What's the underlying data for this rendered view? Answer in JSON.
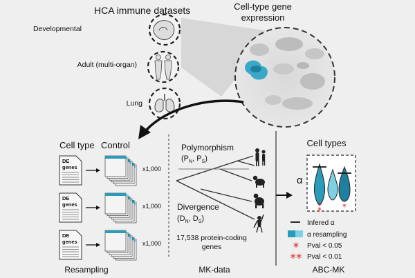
{
  "top": {
    "datasets_title": "HCA immune datasets",
    "expression_title_line1": "Cell-type gene",
    "expression_title_line2": "expression",
    "datasets": [
      {
        "label": "Developmental",
        "icon": "embryo-icon"
      },
      {
        "label": "Adult (multi-organ)",
        "icon": "adults-icon"
      },
      {
        "label": "Lung",
        "icon": "lungs-icon"
      }
    ]
  },
  "resampling": {
    "cell_type_title": "Cell type",
    "control_title": "Control",
    "doc_label_line1": "DE",
    "doc_label_line2": "genes",
    "multiplier": "x1,000",
    "footer": "Resampling"
  },
  "mk_data": {
    "polymorphism_label": "Polymorphism",
    "polymorphism_vars": [
      "P",
      "N",
      ", P",
      "S",
      ")"
    ],
    "divergence_label": "Divergence",
    "divergence_vars": [
      "D",
      "N",
      ", D",
      "S",
      ")"
    ],
    "genes_line1": "17,538 protein-coding",
    "genes_line2": "genes",
    "footer": "MK-data"
  },
  "abc_mk": {
    "title": "Cell types",
    "alpha_symbol": "α",
    "legend": [
      {
        "key": "inferred",
        "label": "Infered α"
      },
      {
        "key": "resampling",
        "label": "α resampling"
      },
      {
        "key": "p05",
        "symbol": "*",
        "label": "Pval < 0.05"
      },
      {
        "key": "p01",
        "symbol": "**",
        "label": "Pval < 0.01"
      }
    ],
    "footer": "ABC-MK"
  },
  "colors": {
    "accent": "#2a9bb8",
    "accent_dark": "#1f7f9e",
    "accent_light": "#7fd0e3",
    "significance": "#d9231d"
  }
}
